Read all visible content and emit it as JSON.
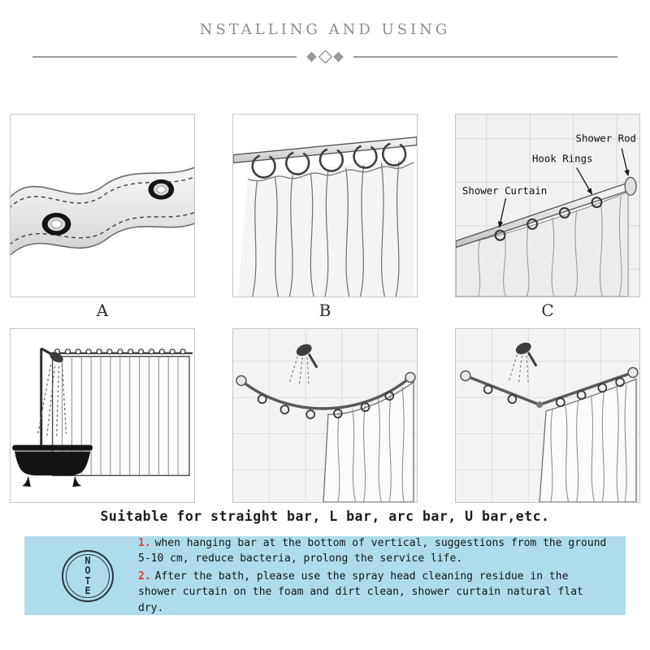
{
  "header": {
    "title": "NSTALLING AND USING"
  },
  "panels": {
    "row1": [
      {
        "label": "A"
      },
      {
        "label": "B"
      },
      {
        "label": "C",
        "annotations": {
          "rod": "Shower Rod",
          "rings": "Hook Rings",
          "curtain": "Shower Curtain"
        }
      }
    ]
  },
  "caption": {
    "text": "Suitable for straight bar, L bar, arc bar, U bar,etc."
  },
  "note": {
    "stamp": {
      "letters": [
        "N",
        "O",
        "T",
        "E"
      ]
    },
    "items": [
      {
        "number": "1.",
        "text": "when hanging bar at the bottom of vertical, suggestions from the ground 5-10 cm, reduce bacteria, prolong the service life."
      },
      {
        "number": "2.",
        "text": "After the bath, please use the spray head cleaning residue in the shower curtain on the foam and dirt clean, shower curtain natural flat dry."
      }
    ]
  },
  "colors": {
    "note_background": "#aedcec",
    "note_number": "#e03c3c",
    "title_gray": "#8d8d8d"
  }
}
